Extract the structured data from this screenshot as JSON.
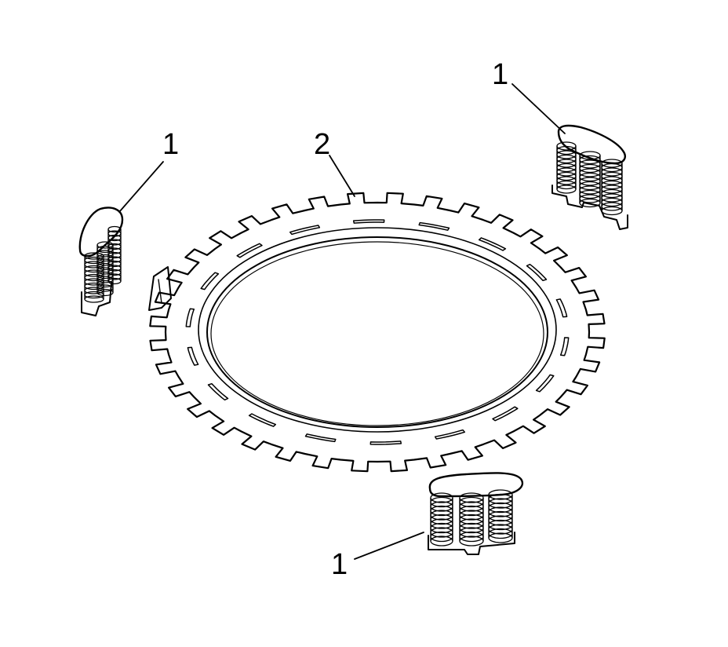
{
  "callouts": {
    "spring_top_right": "1",
    "spring_left": "1",
    "spring_bottom": "1",
    "ring_plate": "2"
  }
}
